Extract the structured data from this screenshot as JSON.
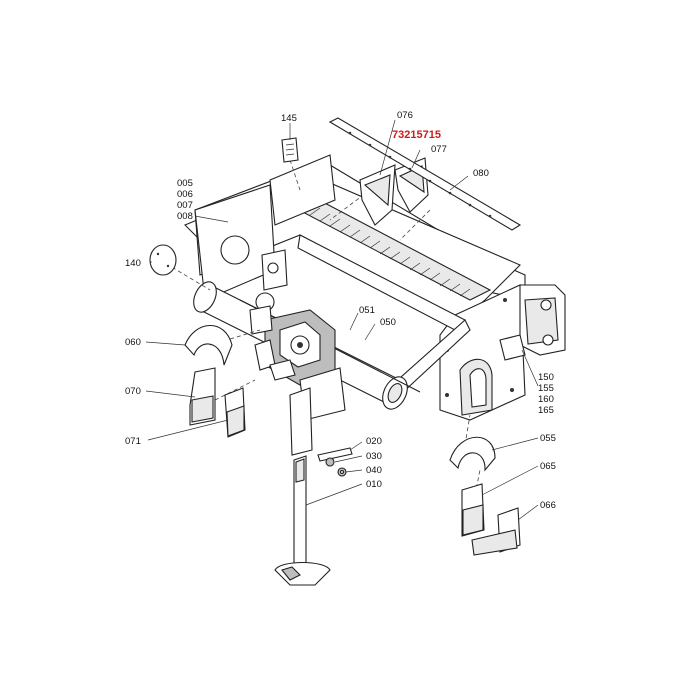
{
  "callouts": {
    "c145": "145",
    "c076": "076",
    "c73215715": "73215715",
    "c077": "077",
    "c080": "080",
    "c005": "005",
    "c006": "006",
    "c007": "007",
    "c008": "008",
    "c140": "140",
    "c051": "051",
    "c050": "050",
    "c060": "060",
    "c070": "070",
    "c071": "071",
    "c020": "020",
    "c030": "030",
    "c040": "040",
    "c010": "010",
    "c150": "150",
    "c155": "155",
    "c160": "160",
    "c165": "165",
    "c055": "055",
    "c065": "065",
    "c066": "066"
  },
  "colors": {
    "highlight": "#d11a1a",
    "line": "#222222",
    "background": "#ffffff"
  }
}
